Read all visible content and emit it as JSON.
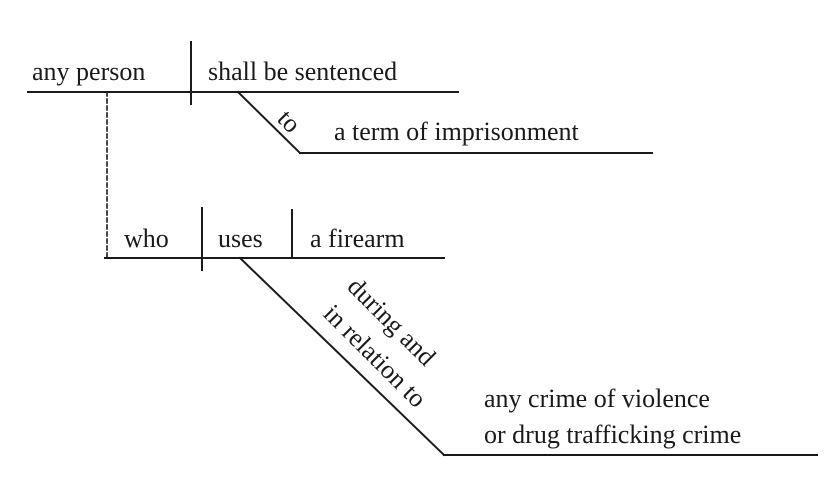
{
  "main_clause": {
    "subject": "any person",
    "verb": "shall be sentenced",
    "preposition": "to",
    "object": "a term of imprisonment"
  },
  "relative_clause": {
    "subject": "who",
    "verb": "uses",
    "object": "a firearm",
    "preposition_line1": "during and",
    "preposition_line2": "in relation to",
    "prep_object_line1": "any crime of violence",
    "prep_object_line2": "or drug trafficking crime"
  }
}
